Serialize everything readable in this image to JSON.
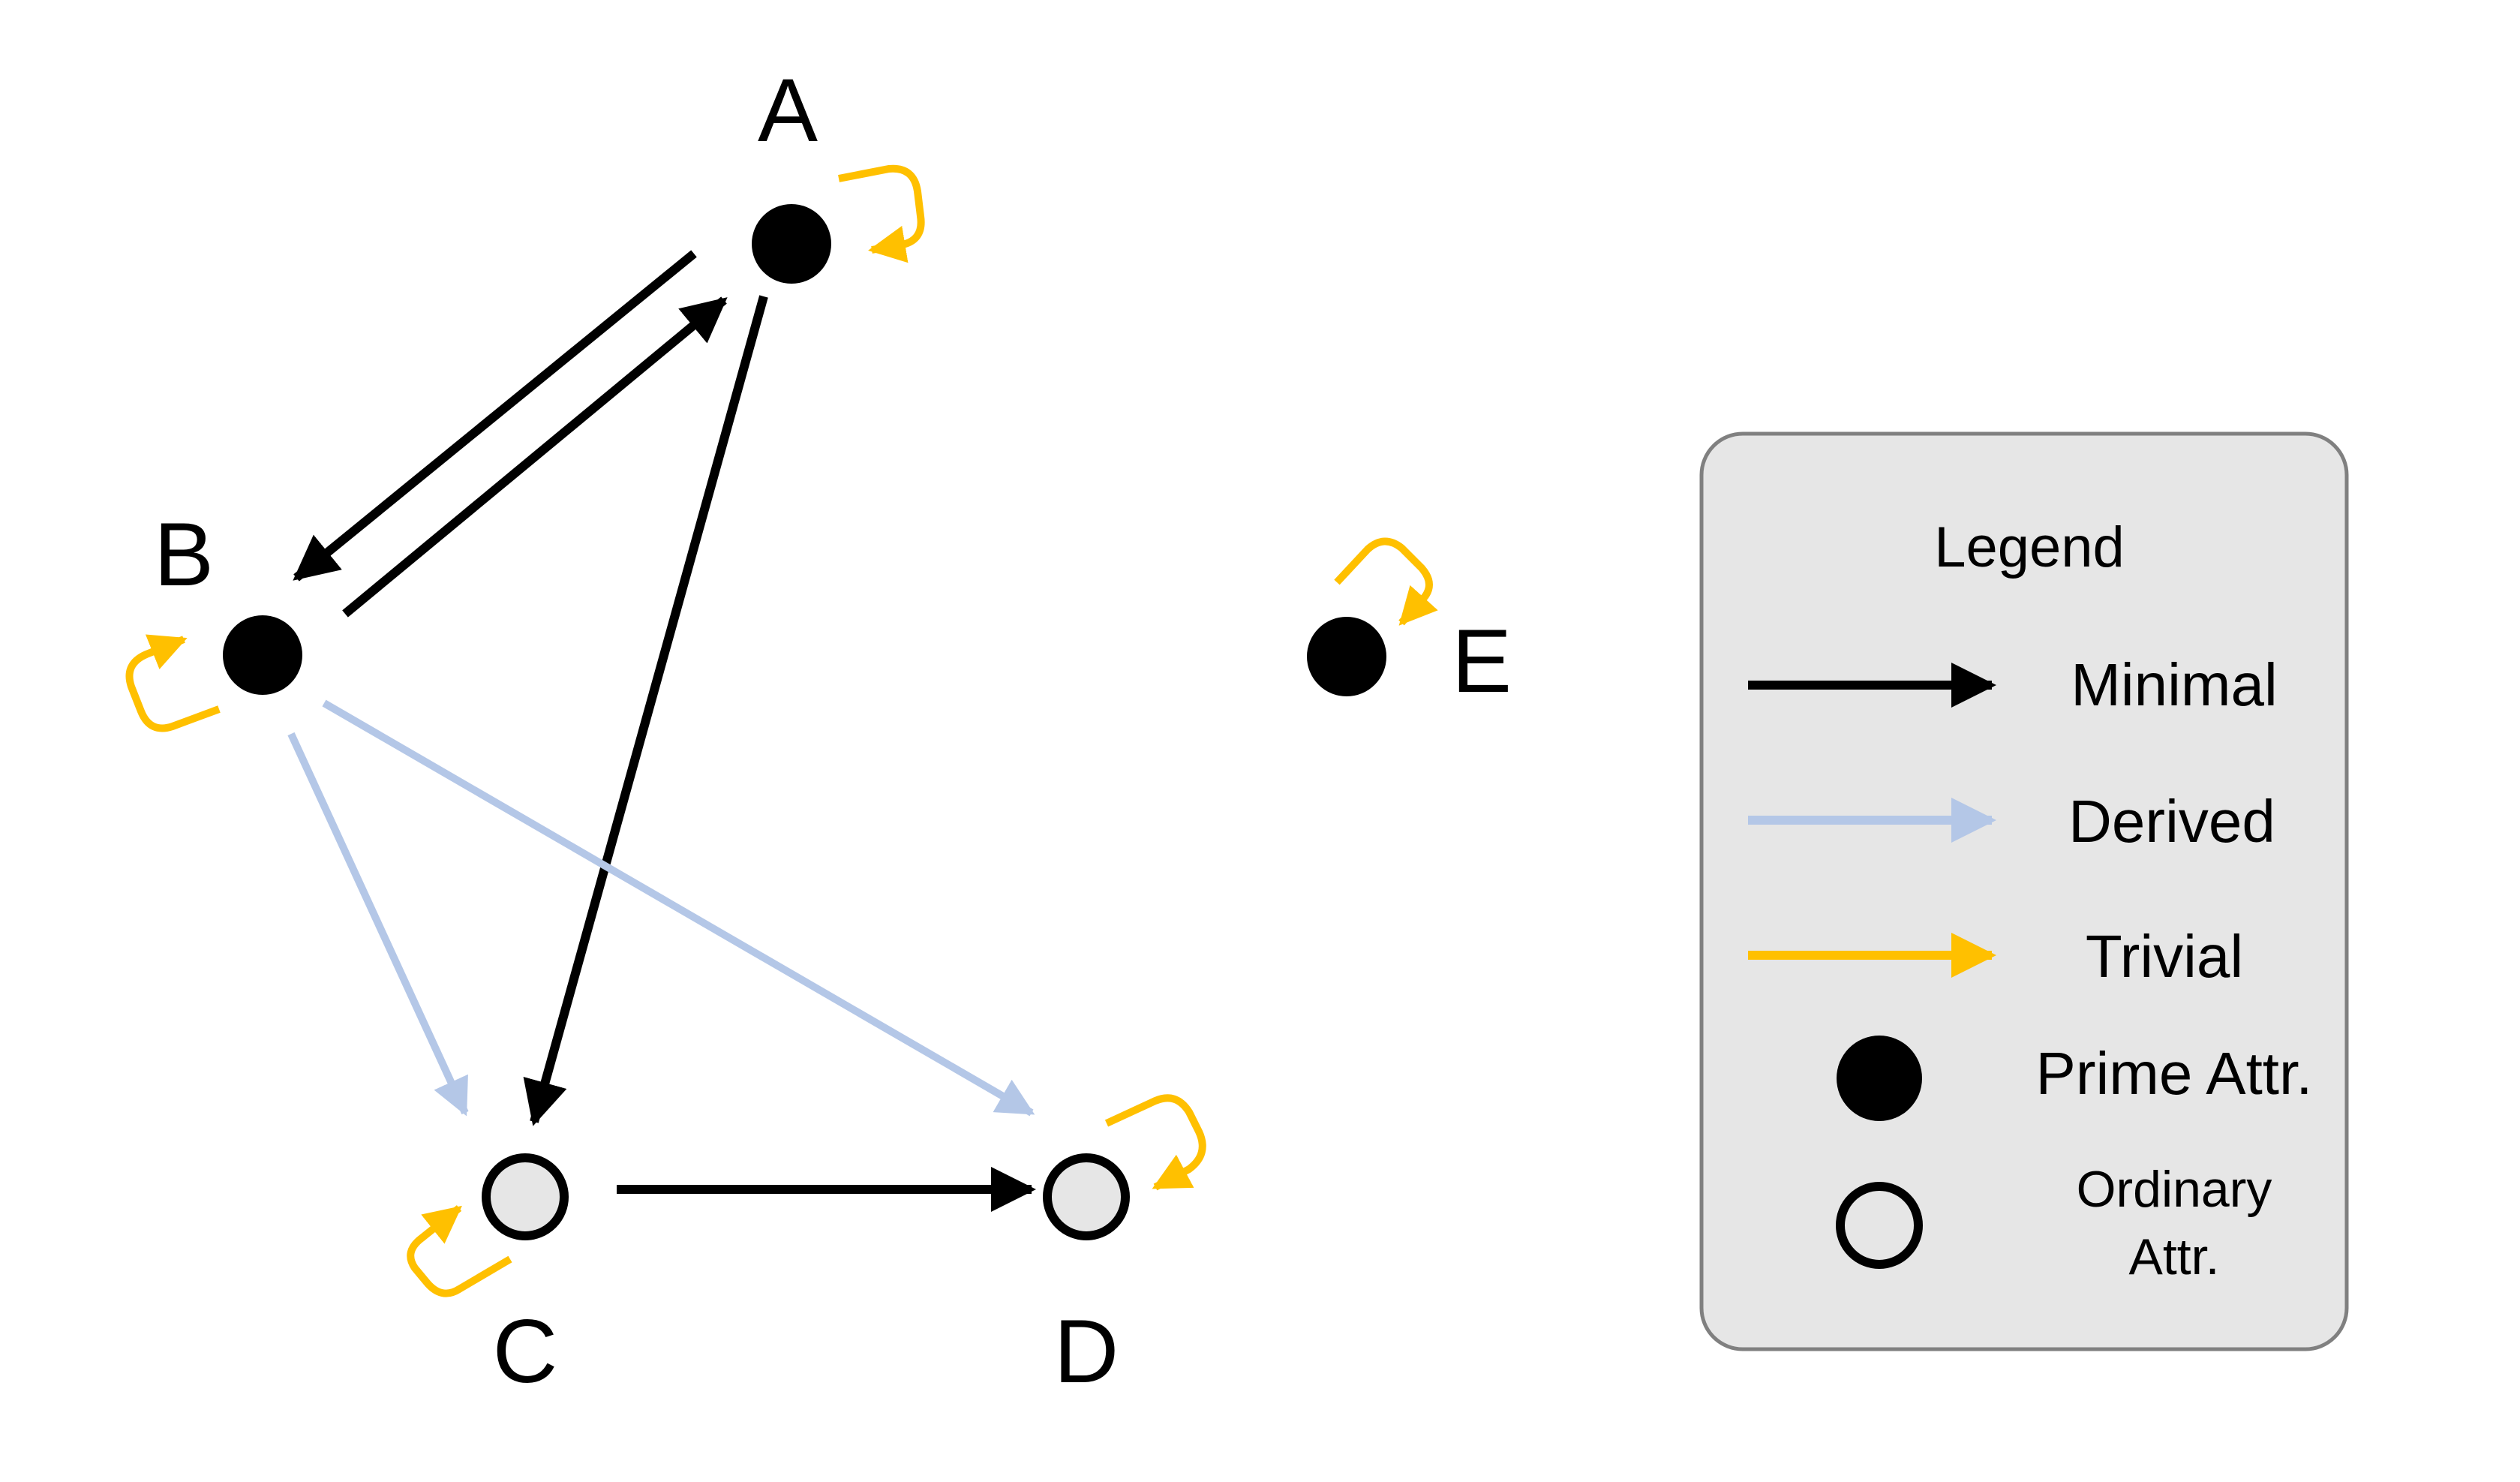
{
  "colors": {
    "minimal": "#000000",
    "derived": "#b4c7e7",
    "trivial": "#ffc000",
    "prime_fill": "#000000",
    "ordinary_fill": "#e6e6e6",
    "legend_bg": "#e6e6e6",
    "legend_border": "#808080"
  },
  "nodes": [
    {
      "id": "A",
      "label": "A",
      "kind": "prime"
    },
    {
      "id": "B",
      "label": "B",
      "kind": "prime"
    },
    {
      "id": "C",
      "label": "C",
      "kind": "ordinary"
    },
    {
      "id": "D",
      "label": "D",
      "kind": "ordinary"
    },
    {
      "id": "E",
      "label": "E",
      "kind": "prime"
    }
  ],
  "edges": [
    {
      "from": "A",
      "to": "B",
      "type": "minimal"
    },
    {
      "from": "B",
      "to": "A",
      "type": "minimal"
    },
    {
      "from": "A",
      "to": "C",
      "type": "minimal"
    },
    {
      "from": "C",
      "to": "D",
      "type": "minimal"
    },
    {
      "from": "B",
      "to": "C",
      "type": "derived"
    },
    {
      "from": "B",
      "to": "D",
      "type": "derived"
    },
    {
      "from": "A",
      "to": "A",
      "type": "trivial"
    },
    {
      "from": "B",
      "to": "B",
      "type": "trivial"
    },
    {
      "from": "C",
      "to": "C",
      "type": "trivial"
    },
    {
      "from": "D",
      "to": "D",
      "type": "trivial"
    },
    {
      "from": "E",
      "to": "E",
      "type": "trivial"
    }
  ],
  "legend": {
    "title": "Legend",
    "minimal": "Minimal",
    "derived": "Derived",
    "trivial": "Trivial",
    "prime": "Prime Attr.",
    "ordinary_line1": "Ordinary",
    "ordinary_line2": "Attr."
  }
}
